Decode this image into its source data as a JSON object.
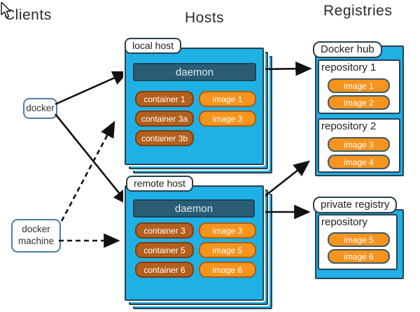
{
  "headers": {
    "clients": "Clients",
    "hosts": "Hosts",
    "registries": "Registries"
  },
  "clients": {
    "docker": "docker",
    "docker_machine": "docker machine"
  },
  "hosts": {
    "local": {
      "label": "local host",
      "daemon": "daemon",
      "containers": [
        "container 1",
        "container 3a",
        "container 3b"
      ],
      "images": [
        "image 1",
        "image 3"
      ]
    },
    "remote": {
      "label": "remote host",
      "daemon": "daemon",
      "containers": [
        "container 3",
        "container 5",
        "container 6"
      ],
      "images": [
        "image 3",
        "image 5",
        "image 6"
      ]
    }
  },
  "registries": {
    "docker_hub": {
      "label": "Docker hub",
      "repositories": [
        {
          "name": "repository 1",
          "images": [
            "image 1",
            "image 2"
          ]
        },
        {
          "name": "repository 2",
          "images": [
            "image 3",
            "image 4"
          ]
        }
      ]
    },
    "private": {
      "label": "private registry",
      "repositories": [
        {
          "name": "repository",
          "images": [
            "image 5",
            "image 6"
          ]
        }
      ]
    }
  },
  "colors": {
    "host_fill": "#1fb0e6",
    "outline": "#29414f",
    "daemon_fill": "#2a5d75",
    "container_fill": "#b45f1d",
    "image_fill": "#f7941e",
    "client_border": "#4d7ea8"
  }
}
